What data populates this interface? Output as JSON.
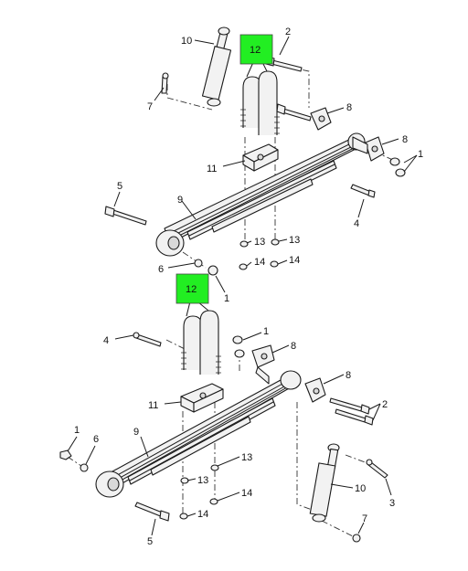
{
  "diagram": {
    "highlight_color": "#22ee22",
    "callouts_top": {
      "c1": "1",
      "c2": "2",
      "c4": "4",
      "c5": "5",
      "c6": "6",
      "c7": "7",
      "c8a": "8",
      "c8b": "8",
      "c9": "9",
      "c10": "10",
      "c11": "11",
      "c12": "12",
      "c13a": "13",
      "c13b": "13",
      "c14a": "14",
      "c14b": "14",
      "c1b": "1"
    },
    "callouts_bottom": {
      "c1a": "1",
      "c1b": "1",
      "c2": "2",
      "c3": "3",
      "c4": "4",
      "c5": "5",
      "c6": "6",
      "c7": "7",
      "c8a": "8",
      "c8b": "8",
      "c9": "9",
      "c10": "10",
      "c11": "11",
      "c12": "12",
      "c13a": "13",
      "c13b": "13",
      "c14a": "14",
      "c14b": "14"
    }
  }
}
